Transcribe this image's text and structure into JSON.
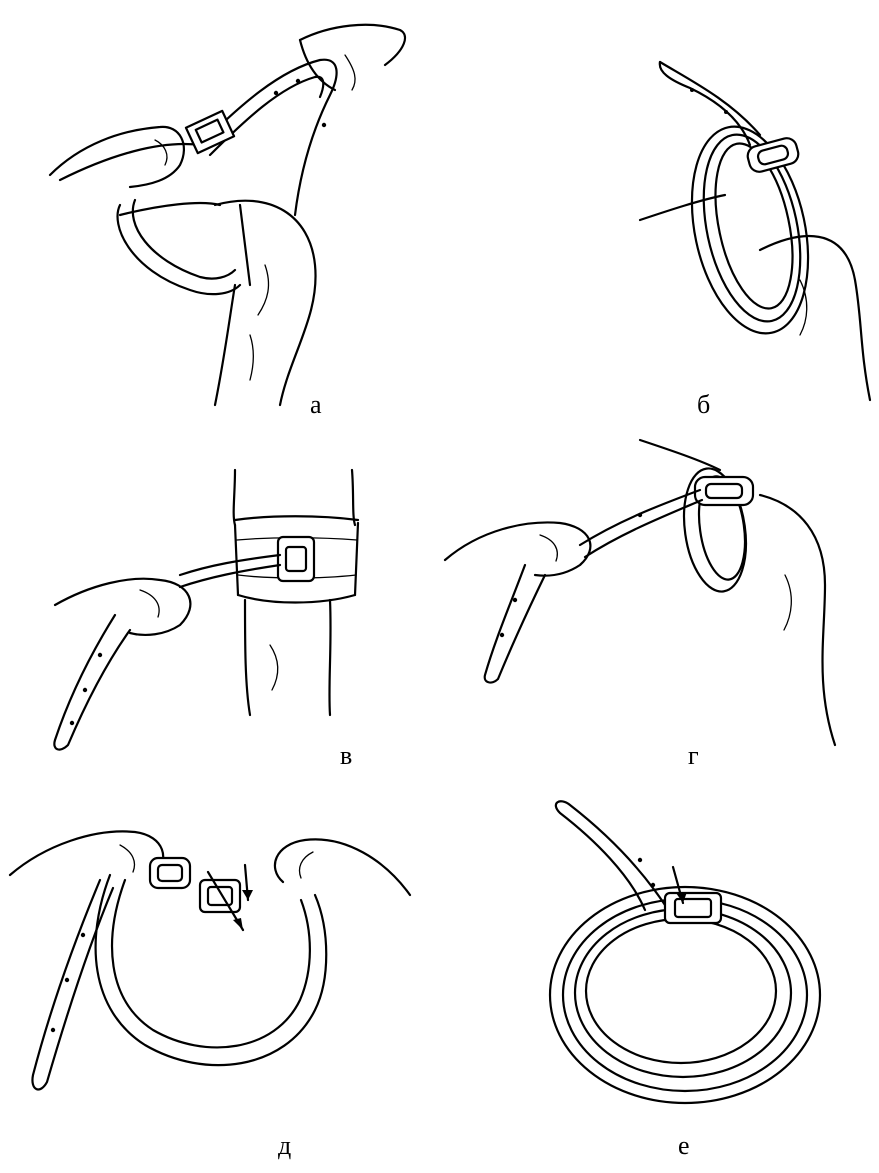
{
  "panels": [
    {
      "id": "a",
      "label": "а"
    },
    {
      "id": "b",
      "label": "б"
    },
    {
      "id": "v",
      "label": "в"
    },
    {
      "id": "g",
      "label": "г"
    },
    {
      "id": "d",
      "label": "д"
    },
    {
      "id": "e",
      "label": "е"
    }
  ]
}
